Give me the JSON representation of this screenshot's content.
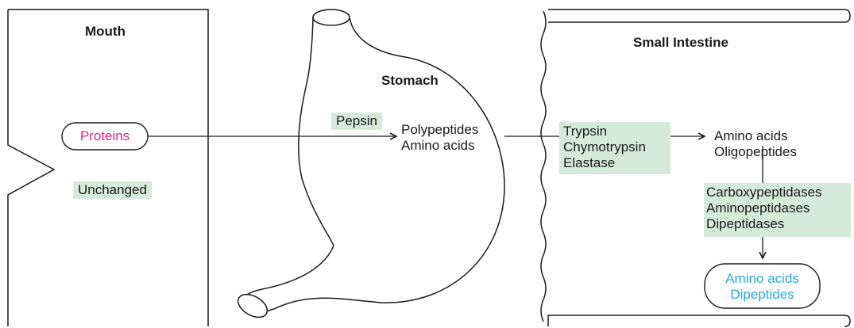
{
  "colors": {
    "enzyme_bg": "#d6ead9",
    "protein_text": "#e0218a",
    "product_text": "#29a9e0",
    "line": "#1a1a1a"
  },
  "mouth": {
    "title": "Mouth",
    "protein": "Proteins",
    "unchanged": "Unchanged"
  },
  "stomach": {
    "title": "Stomach",
    "enzyme": "Pepsin",
    "products": [
      "Polypeptides",
      "Amino acids"
    ]
  },
  "small_intestine": {
    "title": "Small Intestine",
    "enzymes1": [
      "Trypsin",
      "Chymotrypsin",
      "Elastase"
    ],
    "products1": [
      "Amino acids",
      "Oligopeptides"
    ],
    "enzymes2": [
      "Carboxypeptidases",
      "Aminopeptidases",
      "Dipeptidases"
    ],
    "final_products": [
      "Amino acids",
      "Dipeptides"
    ]
  }
}
